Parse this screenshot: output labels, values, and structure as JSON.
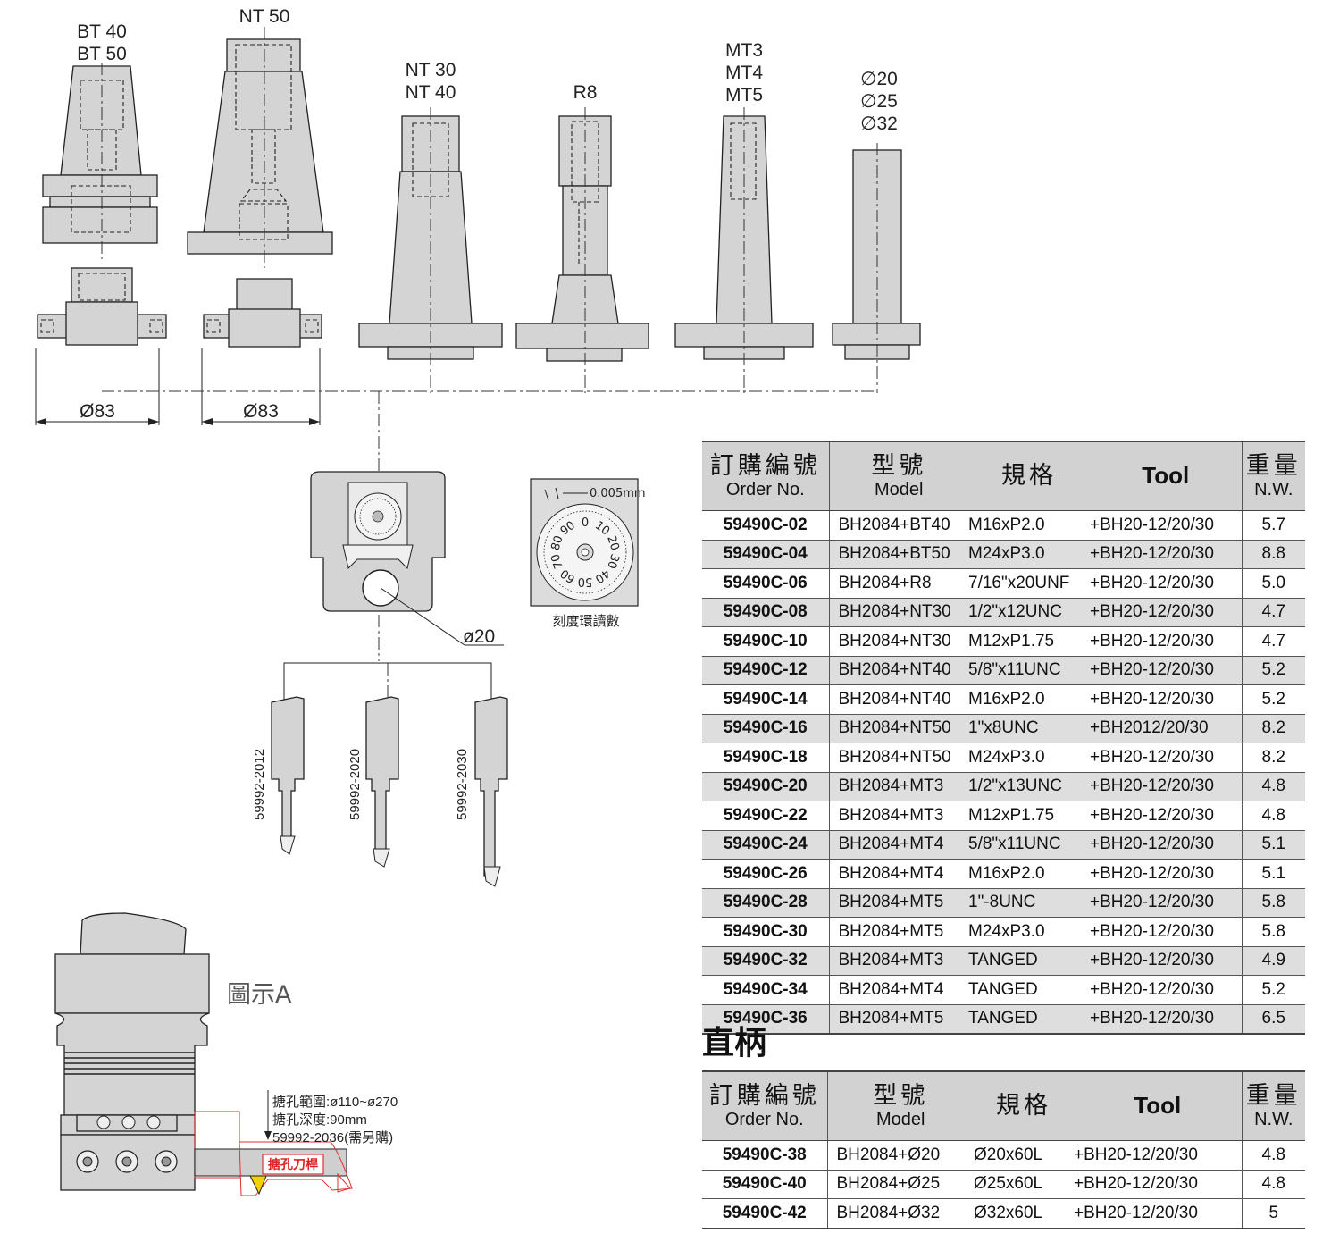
{
  "drawing": {
    "holders": [
      {
        "label_lines": [
          "BT 40",
          "BT 50"
        ]
      },
      {
        "label_lines": [
          "NT 50"
        ]
      },
      {
        "label_lines": [
          "NT 30",
          "NT 40"
        ]
      },
      {
        "label_lines": [
          "R8"
        ]
      },
      {
        "label_lines": [
          "MT3",
          "MT4",
          "MT5"
        ]
      },
      {
        "label_lines": [
          "∅20",
          "∅25",
          "∅32"
        ]
      }
    ],
    "flange_diameter_1": "Ø83",
    "flange_diameter_2": "Ø83",
    "head_bore": "ø20",
    "dial_unit": "0.005mm",
    "dial_caption": "刻度環讀數",
    "dial_numbers": [
      "0",
      "10",
      "20",
      "30",
      "40",
      "50",
      "60",
      "70",
      "80",
      "90"
    ],
    "bars": [
      "59992-2012",
      "59992-2020",
      "59992-2030"
    ],
    "figure_a_label": "圖示A",
    "figure_a_notes": [
      "搪孔範圍:ø110~ø270",
      "搪孔深度:90mm",
      "59992-2036(需另購)"
    ],
    "figure_a_tag": "搪孔刀桿"
  },
  "table_main": {
    "headers": {
      "order_zh": "訂購編號",
      "order_en": "Order No.",
      "model_zh": "型號",
      "model_en": "Model",
      "spec": "規格",
      "tool": "Tool",
      "weight_zh": "重量",
      "weight_en": "N.W."
    },
    "rows": [
      [
        "59490C-02",
        "BH2084+BT40",
        "M16xP2.0",
        "+BH20-12/20/30",
        "5.7"
      ],
      [
        "59490C-04",
        "BH2084+BT50",
        "M24xP3.0",
        "+BH20-12/20/30",
        "8.8"
      ],
      [
        "59490C-06",
        "BH2084+R8",
        "7/16\"x20UNF",
        "+BH20-12/20/30",
        "5.0"
      ],
      [
        "59490C-08",
        "BH2084+NT30",
        "1/2\"x12UNC",
        "+BH20-12/20/30",
        "4.7"
      ],
      [
        "59490C-10",
        "BH2084+NT30",
        "M12xP1.75",
        "+BH20-12/20/30",
        "4.7"
      ],
      [
        "59490C-12",
        "BH2084+NT40",
        "5/8\"x11UNC",
        "+BH20-12/20/30",
        "5.2"
      ],
      [
        "59490C-14",
        "BH2084+NT40",
        "M16xP2.0",
        "+BH20-12/20/30",
        "5.2"
      ],
      [
        "59490C-16",
        "BH2084+NT50",
        "1\"x8UNC",
        "+BH2012/20/30",
        "8.2"
      ],
      [
        "59490C-18",
        "BH2084+NT50",
        "M24xP3.0",
        "+BH20-12/20/30",
        "8.2"
      ],
      [
        "59490C-20",
        "BH2084+MT3",
        "1/2\"x13UNC",
        "+BH20-12/20/30",
        "4.8"
      ],
      [
        "59490C-22",
        "BH2084+MT3",
        "M12xP1.75",
        "+BH20-12/20/30",
        "4.8"
      ],
      [
        "59490C-24",
        "BH2084+MT4",
        "5/8\"x11UNC",
        "+BH20-12/20/30",
        "5.1"
      ],
      [
        "59490C-26",
        "BH2084+MT4",
        "M16xP2.0",
        "+BH20-12/20/30",
        "5.1"
      ],
      [
        "59490C-28",
        "BH2084+MT5",
        "1\"-8UNC",
        "+BH20-12/20/30",
        "5.8"
      ],
      [
        "59490C-30",
        "BH2084+MT5",
        "M24xP3.0",
        "+BH20-12/20/30",
        "5.8"
      ],
      [
        "59490C-32",
        "BH2084+MT3",
        "TANGED",
        "+BH20-12/20/30",
        "4.9"
      ],
      [
        "59490C-34",
        "BH2084+MT4",
        "TANGED",
        "+BH20-12/20/30",
        "5.2"
      ],
      [
        "59490C-36",
        "BH2084+MT5",
        "TANGED",
        "+BH20-12/20/30",
        "6.5"
      ]
    ]
  },
  "table_straight": {
    "title": "直柄",
    "headers": {
      "order_zh": "訂購編號",
      "order_en": "Order No.",
      "model_zh": "型號",
      "model_en": "Model",
      "spec": "規格",
      "tool": "Tool",
      "weight_zh": "重量",
      "weight_en": "N.W."
    },
    "rows": [
      [
        "59490C-38",
        "BH2084+Ø20",
        "Ø20x60L",
        "+BH20-12/20/30",
        "4.8"
      ],
      [
        "59490C-40",
        "BH2084+Ø25",
        "Ø25x60L",
        "+BH20-12/20/30",
        "4.8"
      ],
      [
        "59490C-42",
        "BH2084+Ø32",
        "Ø32x60L",
        "+BH20-12/20/30",
        "5"
      ]
    ]
  }
}
